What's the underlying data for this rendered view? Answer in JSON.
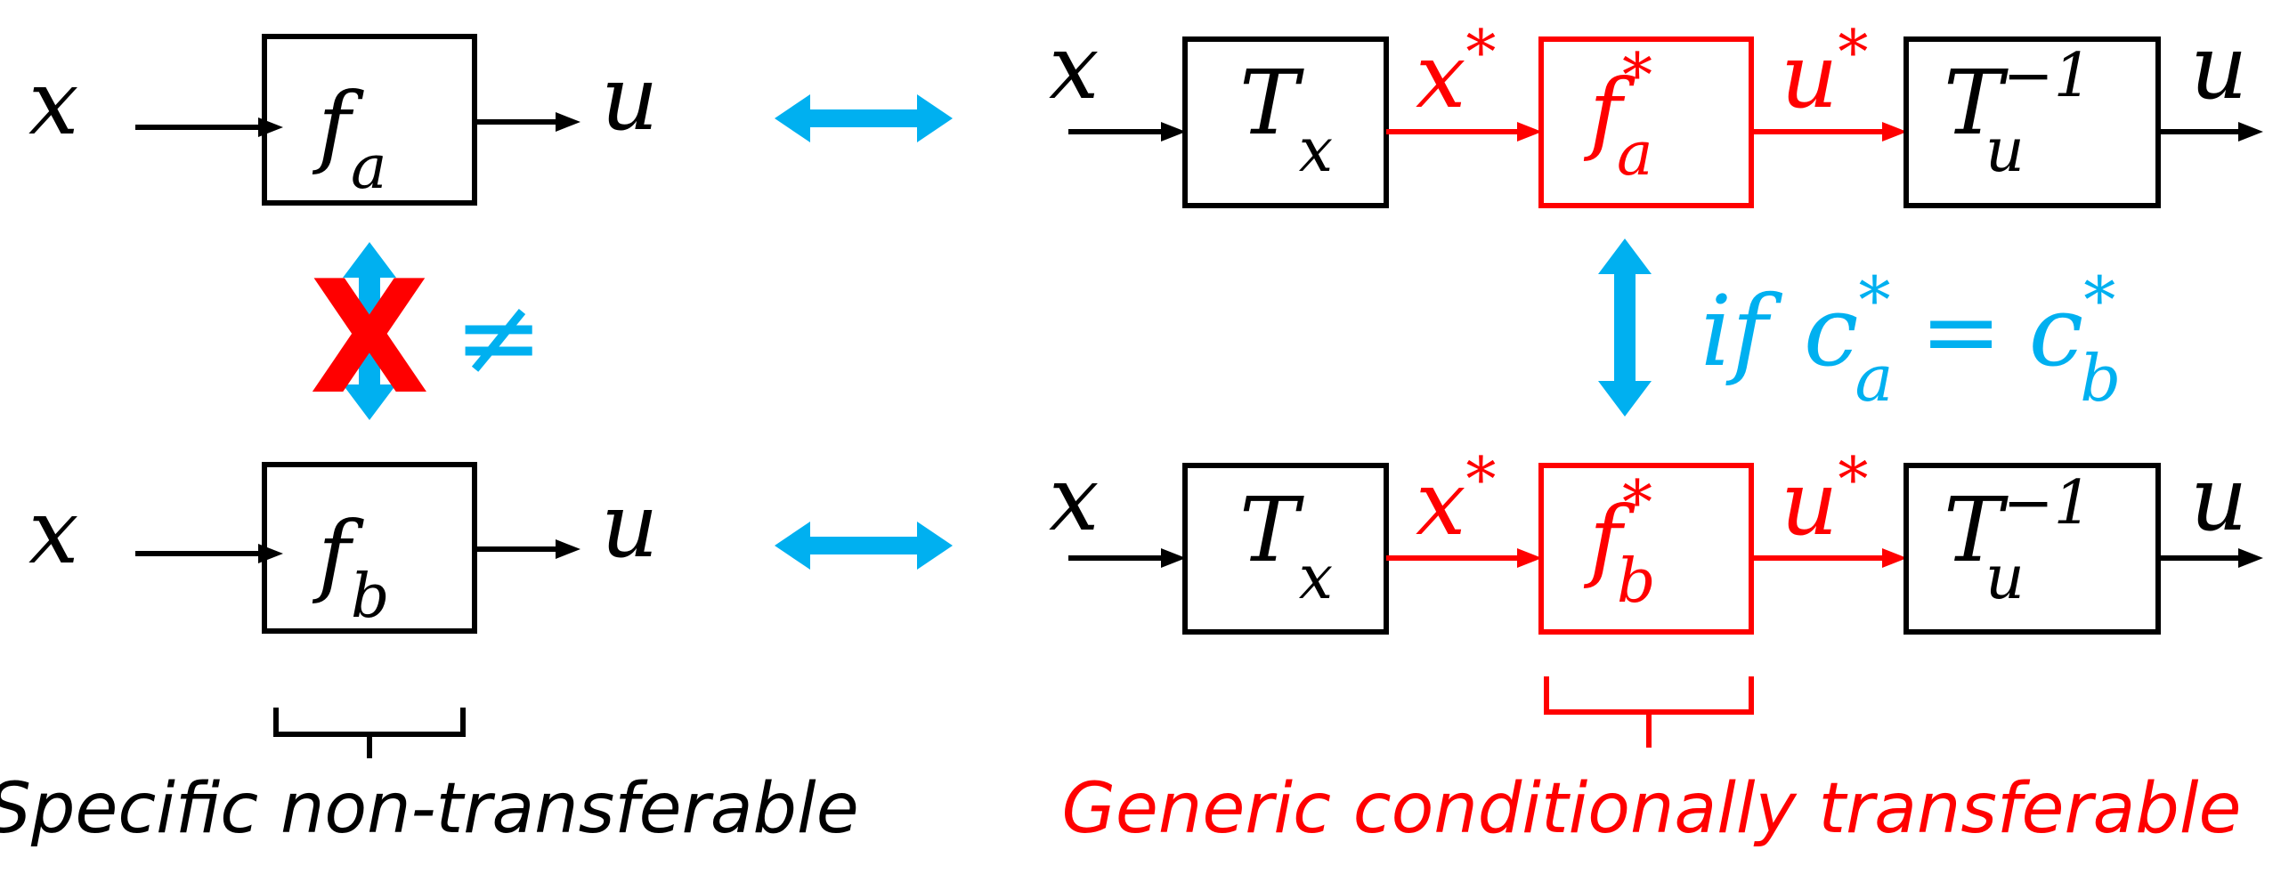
{
  "colors": {
    "black": "#000000",
    "red": "#ff0000",
    "blue": "#00b0f0"
  },
  "left": {
    "top_row": {
      "input": "x",
      "block_base": "f",
      "block_sub": "a",
      "output": "u"
    },
    "bottom_row": {
      "input": "x",
      "block_base": "f",
      "block_sub": "b",
      "output": "u"
    },
    "cross_mark": "X",
    "not_equal": "≠",
    "caption": "Specific non-transferable"
  },
  "right": {
    "top_row": {
      "input": "x",
      "tx_base": "T",
      "tx_sub": "x",
      "mid_in_base": "x",
      "mid_in_sup": "*",
      "block_base": "f",
      "block_sub": "a",
      "block_sup": "*",
      "mid_out_base": "u",
      "mid_out_sup": "*",
      "tu_base": "T",
      "tu_sub": "u",
      "tu_sup": "−1",
      "output": "u"
    },
    "bottom_row": {
      "input": "x",
      "tx_base": "T",
      "tx_sub": "x",
      "mid_in_base": "x",
      "mid_in_sup": "*",
      "block_base": "f",
      "block_sub": "b",
      "block_sup": "*",
      "mid_out_base": "u",
      "mid_out_sup": "*",
      "tu_base": "T",
      "tu_sub": "u",
      "tu_sup": "−1",
      "output": "u"
    },
    "condition": {
      "if": "if",
      "lhs_base": "c",
      "lhs_sub": "a",
      "lhs_sup": "*",
      "eq": "=",
      "rhs_base": "c",
      "rhs_sub": "b",
      "rhs_sup": "*"
    },
    "caption": "Generic conditionally transferable"
  }
}
